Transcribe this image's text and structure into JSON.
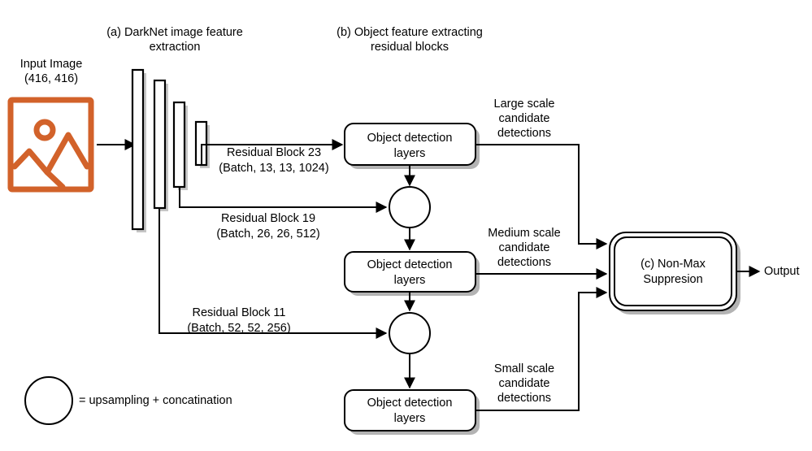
{
  "diagram": {
    "title_a": "(a) DarkNet image feature extraction",
    "title_a_line1": "(a) DarkNet image feature",
    "title_a_line2": "extraction",
    "title_b_line1": "(b) Object feature extracting",
    "title_b_line2": "residual blocks",
    "input": {
      "label_line1": "Input Image",
      "label_line2": "(416, 416)",
      "icon": "image-placeholder-icon",
      "color": "#d2622a"
    },
    "residual_blocks": [
      {
        "name_line1": "Residual Block 23",
        "name_line2": "(Batch, 13, 13, 1024)"
      },
      {
        "name_line1": "Residual Block 19",
        "name_line2": "(Batch, 26, 26, 512)"
      },
      {
        "name_line1": "Residual Block 11",
        "name_line2": "(Batch, 52, 52, 256)"
      }
    ],
    "detection_boxes": [
      {
        "line1": "Object detection",
        "line2": "layers"
      },
      {
        "line1": "Object detection",
        "line2": "layers"
      },
      {
        "line1": "Object detection",
        "line2": "layers"
      }
    ],
    "candidate_labels": [
      {
        "line1": "Large scale",
        "line2": "candidate",
        "line3": "detections"
      },
      {
        "line1": "Medium scale",
        "line2": "candidate",
        "line3": "detections"
      },
      {
        "line1": "Small scale",
        "line2": "candidate",
        "line3": "detections"
      }
    ],
    "nms": {
      "line1": "(c) Non-Max",
      "line2": "Suppresion"
    },
    "output_label": "Output",
    "legend": {
      "text": "= upsampling + concatination",
      "symbol": "circle"
    }
  }
}
